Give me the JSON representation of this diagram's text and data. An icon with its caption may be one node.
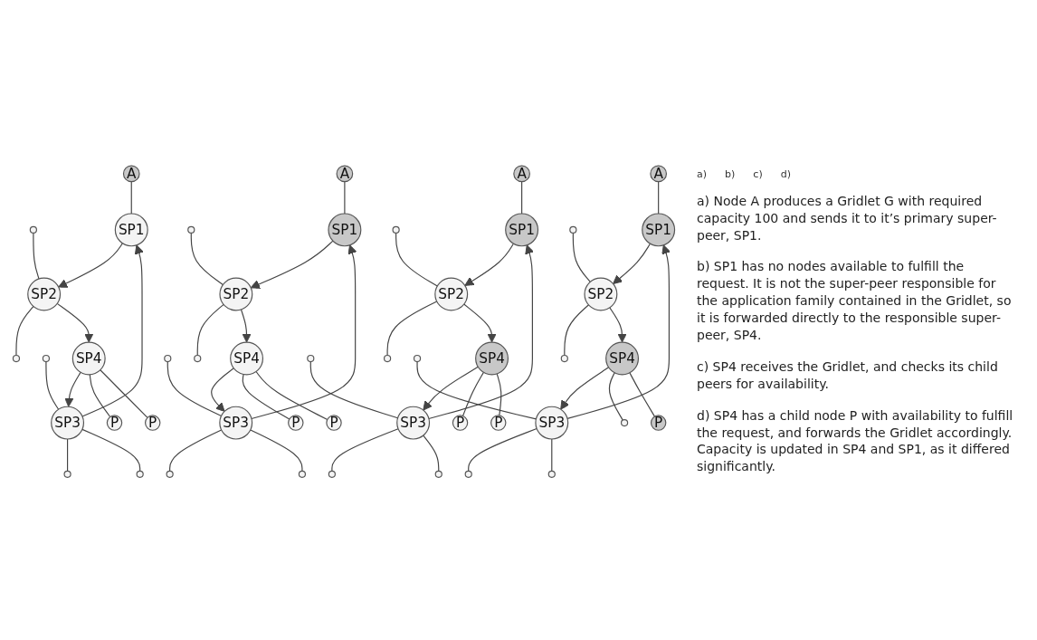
{
  "diagram": {
    "nodes": [
      {
        "text": [
          "A"
        ]
      },
      {
        "text": [],
        "shape": "circle"
      },
      {
        "text": [
          "SP1"
        ]
      },
      {
        "text": [
          "SP2"
        ]
      },
      {
        "text": [],
        "shape": "circle"
      },
      {
        "text": [],
        "shape": "circle"
      },
      {
        "text": [
          "SP3"
        ]
      },
      {
        "text": [
          "SP4"
        ]
      },
      {
        "text": [
          "P"
        ]
      },
      {
        "text": [],
        "shape": "circle"
      },
      {
        "text": [
          "P"
        ]
      },
      {
        "text": [],
        "shape": "circle"
      },
      {
        "text": [
          "A"
        ]
      },
      {
        "text": [],
        "shape": "circle"
      },
      {
        "text": [
          "SP1"
        ]
      },
      {
        "text": [
          "SP2"
        ]
      },
      {
        "text": [],
        "shape": "circle"
      },
      {
        "text": [],
        "shape": "circle"
      },
      {
        "text": [
          "SP3"
        ]
      },
      {
        "text": [
          "SP4"
        ]
      },
      {
        "text": [
          "P"
        ]
      },
      {
        "text": [],
        "shape": "circle"
      },
      {
        "text": [
          "P"
        ]
      },
      {
        "text": [],
        "shape": "circle"
      },
      {
        "text": [
          "A"
        ]
      },
      {
        "text": [],
        "shape": "circle"
      },
      {
        "text": [
          "SP1"
        ]
      },
      {
        "text": [
          "SP2"
        ]
      },
      {
        "text": [],
        "shape": "circle"
      },
      {
        "text": [],
        "shape": "circle"
      },
      {
        "text": [
          "SP3"
        ]
      },
      {
        "text": [
          "SP4"
        ]
      },
      {
        "text": [
          "P"
        ]
      },
      {
        "text": [],
        "shape": "circle"
      },
      {
        "text": [
          "P"
        ]
      },
      {
        "text": [],
        "shape": "circle"
      },
      {
        "text": [
          "A"
        ]
      },
      {
        "text": [],
        "shape": "circle"
      },
      {
        "text": [
          "SP1"
        ]
      },
      {
        "text": [
          "SP2"
        ]
      },
      {
        "text": [],
        "shape": "circle"
      },
      {
        "text": [],
        "shape": "circle"
      },
      {
        "text": [
          "SP3"
        ]
      },
      {
        "text": [
          "SP4"
        ]
      },
      {
        "text": [],
        "shape": "circle"
      },
      {
        "text": [],
        "shape": "circle"
      },
      {
        "text": [
          "P"
        ]
      },
      {
        "text": [],
        "shape": "circle"
      }
    ],
    "edges": [
      {
        "from": 0,
        "to": 2,
        "arrow": "none"
      },
      {
        "from": 1,
        "to": 3,
        "arrow": "none"
      },
      {
        "from": 2,
        "to": 3,
        "arrow": "to"
      },
      {
        "from": 3,
        "to": 4,
        "arrow": "none"
      },
      {
        "from": 3,
        "to": 7,
        "arrow": "to"
      },
      {
        "from": 6,
        "to": 2,
        "arrow": "to"
      },
      {
        "from": 5,
        "to": 6,
        "arrow": "none"
      },
      {
        "from": 7,
        "to": 6,
        "arrow": "to"
      },
      {
        "from": 7,
        "to": 8,
        "arrow": "none"
      },
      {
        "from": 6,
        "to": 9,
        "arrow": "none"
      },
      {
        "from": 7,
        "to": 10,
        "arrow": "none"
      },
      {
        "from": 6,
        "to": 11,
        "arrow": "none"
      },
      {
        "from": 12,
        "to": 14,
        "arrow": "none"
      },
      {
        "from": 13,
        "to": 15,
        "arrow": "none"
      },
      {
        "from": 14,
        "to": 15,
        "arrow": "to"
      },
      {
        "from": 15,
        "to": 16,
        "arrow": "none"
      },
      {
        "from": 15,
        "to": 19,
        "arrow": "to"
      },
      {
        "from": 18,
        "to": 14,
        "arrow": "to"
      },
      {
        "from": 17,
        "to": 18,
        "arrow": "none"
      },
      {
        "from": 19,
        "to": 18,
        "arrow": "to"
      },
      {
        "from": 19,
        "to": 20,
        "arrow": "none"
      },
      {
        "from": 18,
        "to": 21,
        "arrow": "none"
      },
      {
        "from": 19,
        "to": 22,
        "arrow": "none"
      },
      {
        "from": 18,
        "to": 23,
        "arrow": "none"
      },
      {
        "from": 24,
        "to": 26,
        "arrow": "none"
      },
      {
        "from": 25,
        "to": 27,
        "arrow": "none"
      },
      {
        "from": 26,
        "to": 27,
        "arrow": "to"
      },
      {
        "from": 27,
        "to": 28,
        "arrow": "none"
      },
      {
        "from": 27,
        "to": 31,
        "arrow": "to"
      },
      {
        "from": 30,
        "to": 26,
        "arrow": "to"
      },
      {
        "from": 29,
        "to": 30,
        "arrow": "none"
      },
      {
        "from": 31,
        "to": 30,
        "arrow": "to"
      },
      {
        "from": 31,
        "to": 32,
        "arrow": "none"
      },
      {
        "from": 30,
        "to": 33,
        "arrow": "none"
      },
      {
        "from": 31,
        "to": 34,
        "arrow": "none"
      },
      {
        "from": 30,
        "to": 35,
        "arrow": "none"
      },
      {
        "from": 36,
        "to": 38,
        "arrow": "none"
      },
      {
        "from": 37,
        "to": 39,
        "arrow": "none"
      },
      {
        "from": 38,
        "to": 39,
        "arrow": "to"
      },
      {
        "from": 39,
        "to": 40,
        "arrow": "none"
      },
      {
        "from": 39,
        "to": 43,
        "arrow": "to"
      },
      {
        "from": 42,
        "to": 38,
        "arrow": "to"
      },
      {
        "from": 41,
        "to": 42,
        "arrow": "none"
      },
      {
        "from": 43,
        "to": 42,
        "arrow": "to"
      },
      {
        "from": 43,
        "to": 44,
        "arrow": "none"
      },
      {
        "from": 42,
        "to": 45,
        "arrow": "none"
      },
      {
        "from": 43,
        "to": 46,
        "arrow": "none"
      },
      {
        "from": 42,
        "to": 47,
        "arrow": "none"
      }
    ],
    "labels": [
      "a)",
      "b)",
      "a) Node A produces a Gridlet G with required capacity 100 and sends it to it’s primary super-peer, SP1.",
      "b) SP1 has no nodes available to fulfill the request. It is not the super-peer responsible for the application family contained in the Gridlet, so it is forwarded directly to the responsible super-peer, SP4.",
      "c) SP4 receives the Gridlet, and checks its child peers for availability.",
      "d) SP4 has a child node P with availability to fulfill the request, and forwards the Gridlet accordingly. Capacity is updated in SP4 and SP1, as it differed significantly.",
      "c)",
      "d)"
    ]
  }
}
